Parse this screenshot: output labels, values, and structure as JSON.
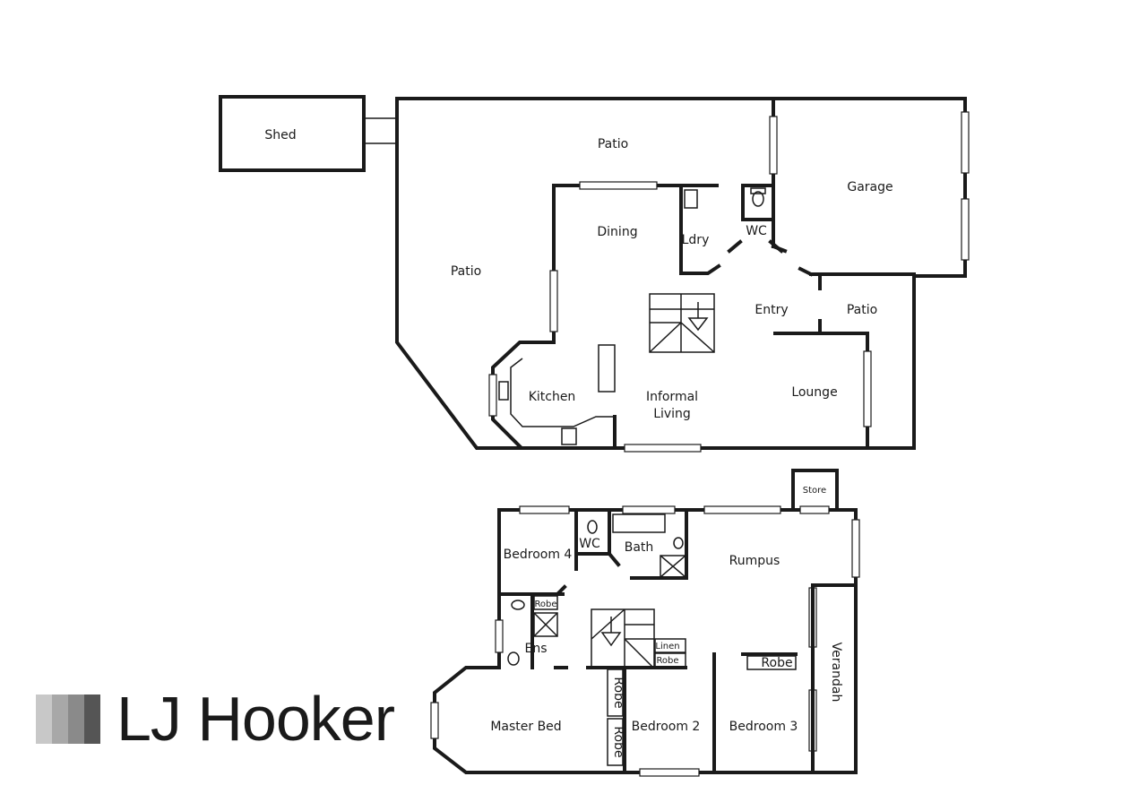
{
  "brand": {
    "name": "LJ Hooker",
    "bar_colors": [
      "#c8c8c8",
      "#a8a8a8",
      "#8a8a8a",
      "#555555"
    ]
  },
  "ground_floor": {
    "rooms": {
      "shed": "Shed",
      "patio_top": "Patio",
      "patio_left": "Patio",
      "garage": "Garage",
      "dining": "Dining",
      "ldry": "Ldry",
      "wc": "WC",
      "entry": "Entry",
      "patio_right": "Patio",
      "kitchen": "Kitchen",
      "informal_living_1": "Informal",
      "informal_living_2": "Living",
      "lounge": "Lounge"
    }
  },
  "upper_floor": {
    "rooms": {
      "store": "Store",
      "bedroom4": "Bedroom 4",
      "wc": "WC",
      "bath": "Bath",
      "rumpus": "Rumpus",
      "robe_small": "Robe",
      "ens": "Ens",
      "linen": "Linen",
      "robe_hall": "Robe",
      "robe_bed3": "Robe",
      "verandah": "Verandah",
      "master_bed": "Master Bed",
      "robe_a": "Robe",
      "robe_b": "Robe",
      "bedroom2": "Bedroom 2",
      "bedroom3": "Bedroom 3"
    }
  }
}
